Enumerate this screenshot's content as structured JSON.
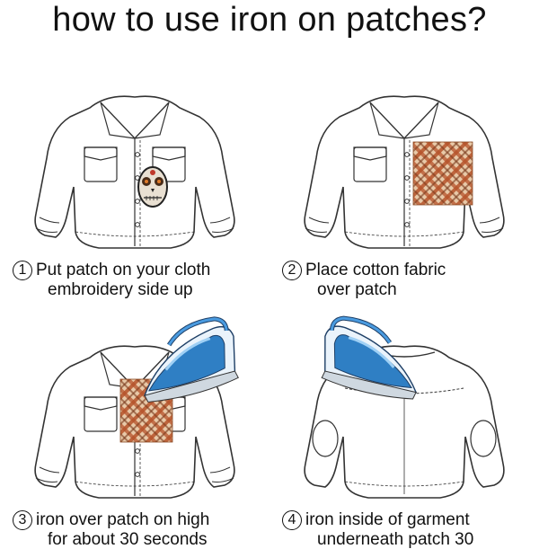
{
  "title": "how to use iron on patches?",
  "steps": [
    {
      "number": "1",
      "line1": "Put patch on your cloth",
      "line2": "embroidery side up",
      "view": "front",
      "item": "skull-patch"
    },
    {
      "number": "2",
      "line1": "Place cotton fabric",
      "line2": "over patch",
      "view": "front",
      "item": "plaid-fabric"
    },
    {
      "number": "3",
      "line1": "iron over patch on high",
      "line2": "for about 30 seconds",
      "view": "front",
      "item": "iron-on-fabric"
    },
    {
      "number": "4",
      "line1": "iron inside of garment",
      "line2": "underneath patch 30",
      "view": "back",
      "item": "iron"
    }
  ],
  "colors": {
    "plaid": "#c66a3a",
    "iron_blue": "#2f7fc4",
    "outline": "#333333"
  }
}
